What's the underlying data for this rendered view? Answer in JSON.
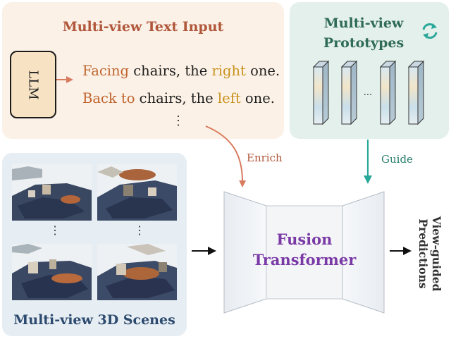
{
  "text_input": {
    "title": "Multi-view Text Input",
    "llm_label": "LLM",
    "sentence_1": {
      "p1": "Facing",
      "p2": " chairs, the ",
      "p3": "right",
      "p4": " one."
    },
    "sentence_2": {
      "p1": "Back to",
      "p2": " chairs, the ",
      "p3": "left",
      "p4": " one."
    },
    "continuation": "⋮"
  },
  "prototypes": {
    "title_line_1": "Multi-view",
    "title_line_2": "Prototypes",
    "ellipsis": "...",
    "refresh_icon": "refresh-cycle-icon"
  },
  "scenes": {
    "title": "Multi-view 3D Scenes",
    "continuation": "⋮"
  },
  "arrows": {
    "enrich": "Enrich",
    "guide": "Guide"
  },
  "fusion": {
    "line_1": "Fusion",
    "line_2": "Transformer"
  },
  "output": {
    "line_1": "View-guided",
    "line_2": "Predictions"
  },
  "colors": {
    "text_panel_bg": "#fbf1e6",
    "prototype_panel_bg": "#e4f0ec",
    "scene_panel_bg": "#e6edf3",
    "enrich_arrow": "#d97b5e",
    "guide_arrow": "#2aa89a",
    "fusion_text": "#7a3aa6"
  }
}
